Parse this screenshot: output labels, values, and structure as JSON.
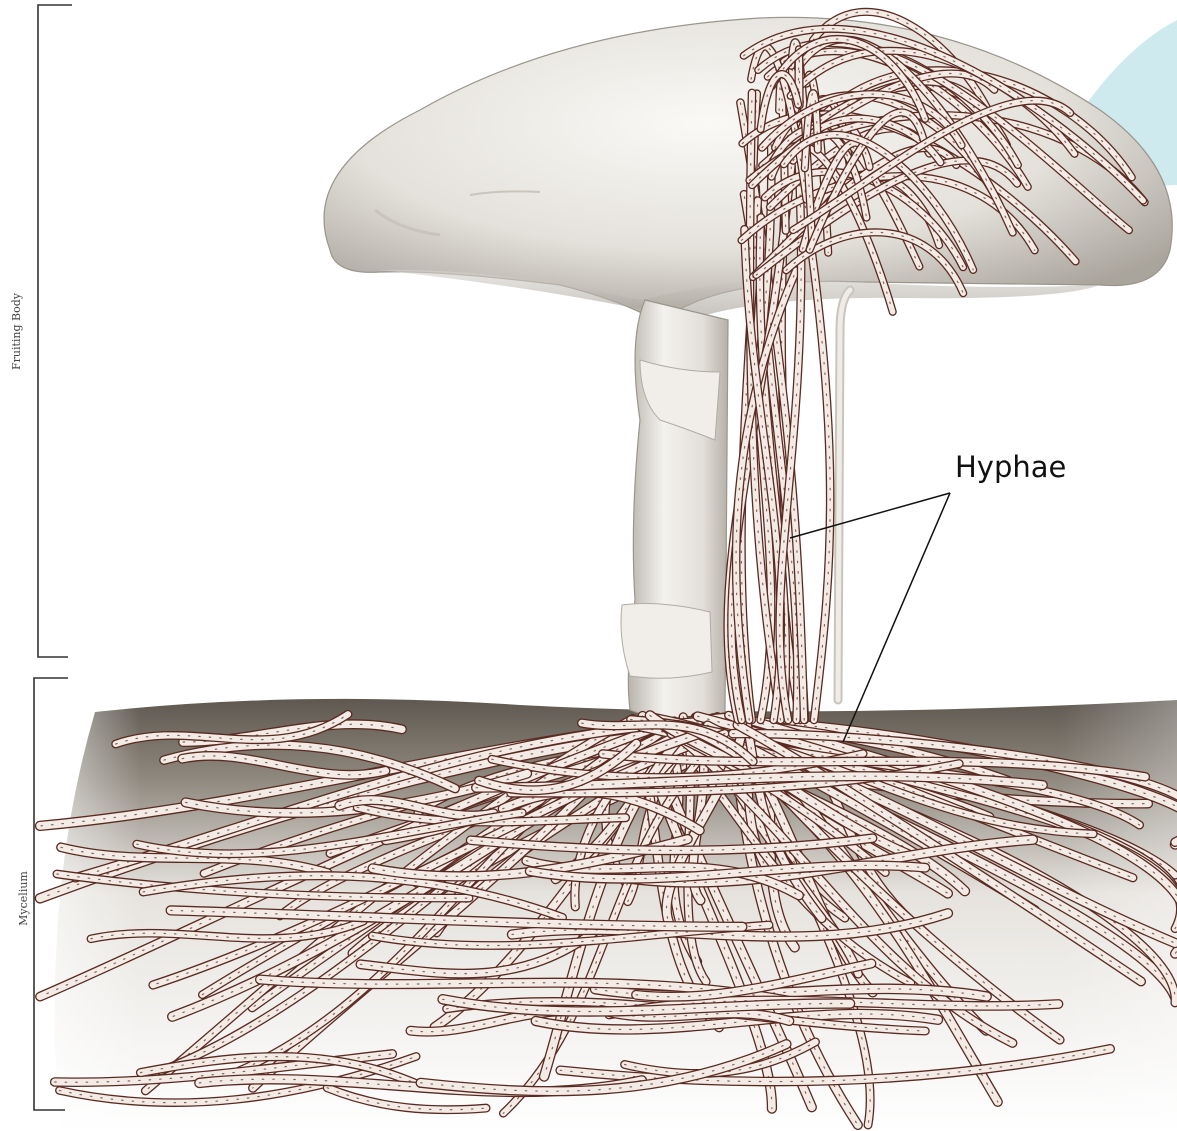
{
  "labels": {
    "fruiting_body": "Fruiting Body",
    "mycelium": "Mycelium",
    "hyphae": "Hyphae"
  },
  "colors": {
    "hypha_outline": "#5a2a22",
    "hypha_fill": "#f3ece6",
    "mushroom_body": "#ece9e3",
    "soil": "#6b655c"
  }
}
